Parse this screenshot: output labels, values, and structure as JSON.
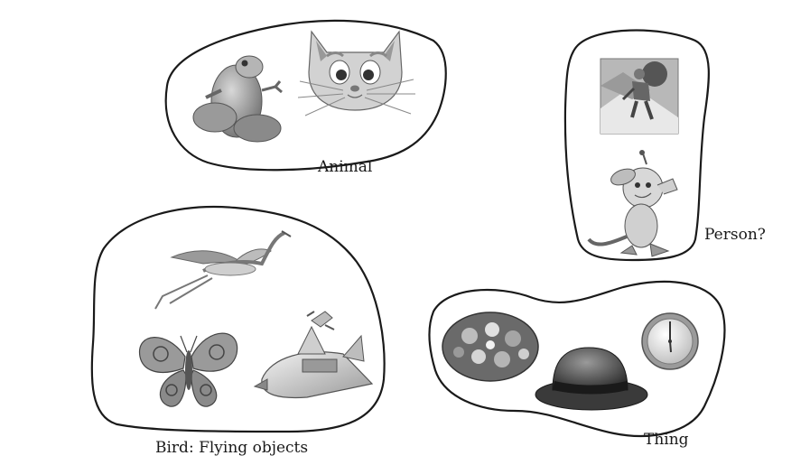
{
  "groups": {
    "animal": {
      "label": "Animal",
      "members": [
        "frog",
        "cat"
      ]
    },
    "person": {
      "label": "Person?",
      "members": [
        "mountain-climber",
        "cartoon-creature"
      ]
    },
    "bird": {
      "label": "Bird: Flying objects",
      "members": [
        "crane",
        "butterfly",
        "space-shuttle"
      ]
    },
    "thing": {
      "label": "Thing",
      "members": [
        "flower-bowl",
        "fedora-hat",
        "wall-clock"
      ]
    }
  },
  "colors": {
    "outline": "#1a1a1a",
    "shade_dark": "#4a4a4a",
    "shade_mid": "#8a8a8a",
    "shade_light": "#cfcfcf"
  }
}
